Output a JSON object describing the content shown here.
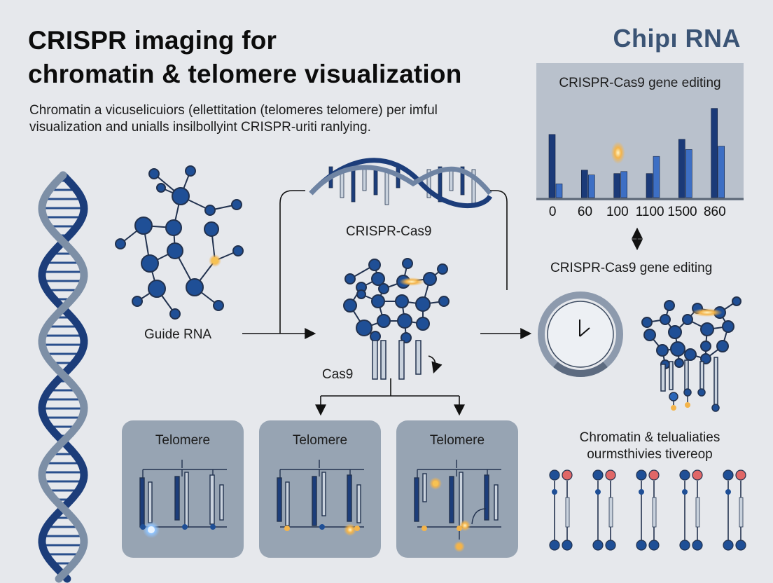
{
  "header": {
    "title_line1": "CRISPR imaging for",
    "title_line2": "chromatin & telomere visualization",
    "subtitle_line1": "Chromatin a vicuselicuiors (ellettitation (telomeres telomere) per imful",
    "subtitle_line2": "visualization and unialls insilbollyint CRISPR-uriti ranlying.",
    "brand": "Chipı RNA"
  },
  "labels": {
    "guide_rna": "Guide RNA",
    "crispr_cas9": "CRISPR-Cas9",
    "cas9": "Cas9",
    "gene_editing": "CRISPR-Cas9 gene editing",
    "bottom_right_line1": "Chromatin & telualiaties",
    "bottom_right_line2": "ourmsthivies tivereop"
  },
  "telomere_panels": [
    {
      "label": "Telomere"
    },
    {
      "label": "Telomere"
    },
    {
      "label": "Telomere"
    }
  ],
  "chart_data": {
    "type": "bar",
    "title": "CRISPR-Cas9 gene editing",
    "categories": [
      "0",
      "60",
      "100",
      "1100",
      "1500",
      "860"
    ],
    "series": [
      {
        "values": [
          92,
          40,
          35,
          35,
          85,
          130
        ]
      },
      {
        "values": [
          20,
          33,
          38,
          60,
          70,
          75
        ]
      }
    ],
    "ylim": [
      0,
      145
    ],
    "grid": false,
    "colors": [
      "#1b3a78",
      "#3d6fc4"
    ]
  },
  "colors": {
    "background": "#e6e8ec",
    "node_blue": "#1f4f96",
    "dark_navy": "#162d5e",
    "brand": "#3b5475",
    "glow": "#f4b44a",
    "panel": "#97a4b3",
    "accent_red": "#e06767"
  }
}
